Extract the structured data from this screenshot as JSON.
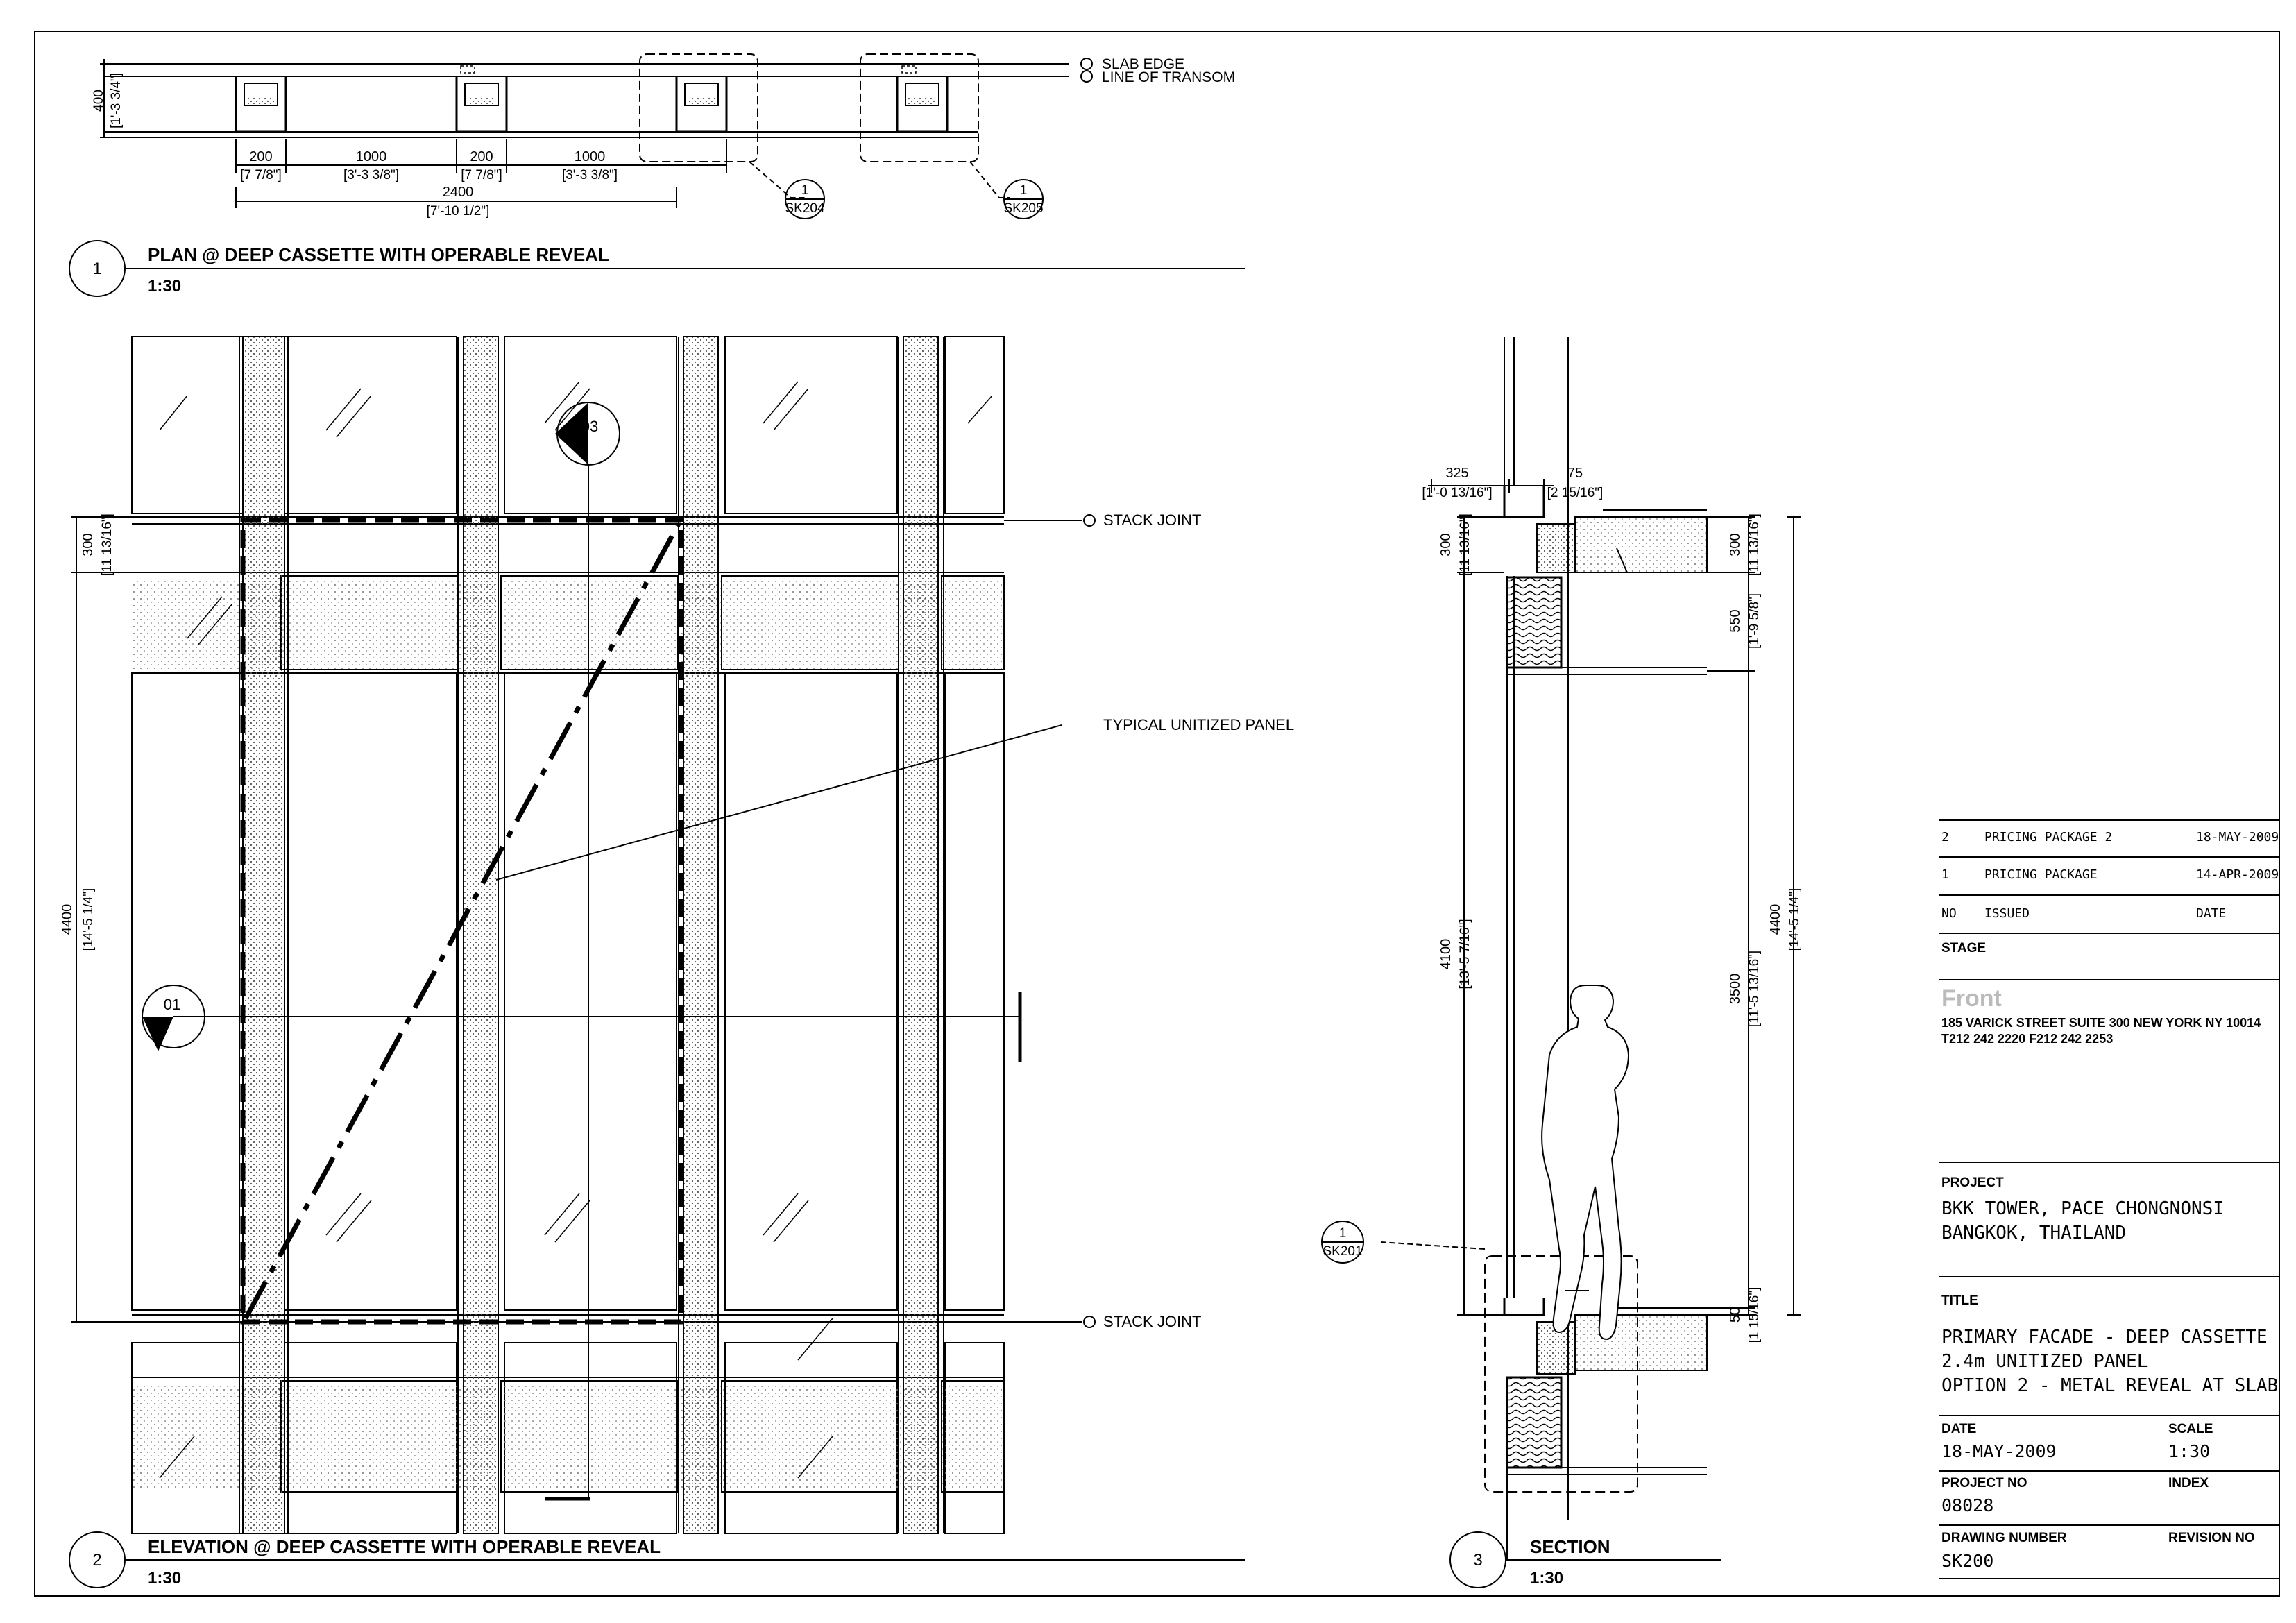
{
  "views": {
    "plan": {
      "number": "1",
      "title": "PLAN @ DEEP CASSETTE WITH OPERABLE REVEAL",
      "scale": "1:30",
      "labels": {
        "slab_edge": "SLAB EDGE",
        "line_of_transom": "LINE OF TRANSOM"
      },
      "dims": {
        "height": "400",
        "height_imp": "[1'-3 3/4\"]",
        "d200a": "200",
        "d200a_imp": "[7 7/8\"]",
        "d1000a": "1000",
        "d1000a_imp": "[3'-3 3/8\"]",
        "d200b": "200",
        "d200b_imp": "[7 7/8\"]",
        "d1000b": "1000",
        "d1000b_imp": "[3'-3 3/8\"]",
        "d2400": "2400",
        "d2400_imp": "[7'-10 1/2\"]"
      },
      "callouts": [
        {
          "num": "1",
          "ref": "SK204"
        },
        {
          "num": "1",
          "ref": "SK205"
        }
      ]
    },
    "elevation": {
      "number": "2",
      "title": "ELEVATION @ DEEP CASSETTE WITH OPERABLE REVEAL",
      "scale": "1:30",
      "labels": {
        "stack_joint_top": "STACK JOINT",
        "stack_joint_bottom": "STACK JOINT",
        "typical_panel": "TYPICAL UNITIZED PANEL"
      },
      "section_marks": {
        "vertical": "03",
        "horizontal": "01"
      },
      "dims": {
        "d300": "300",
        "d300_imp": "[11 13/16\"]",
        "d4400": "4400",
        "d4400_imp": "[14'-5 1/4\"]"
      }
    },
    "section": {
      "number": "3",
      "title": "SECTION",
      "scale": "1:30",
      "callout": {
        "num": "1",
        "ref": "SK201"
      },
      "dims": {
        "d325": "325",
        "d325_imp": "[1'-0 13/16\"]",
        "d75": "75",
        "d75_imp": "[2 15/16\"]",
        "d300l": "300",
        "d300l_imp": "[11 13/16\"]",
        "d4100": "4100",
        "d4100_imp": "[13'-5 7/16\"]",
        "d300r": "300",
        "d300r_imp": "[11 13/16\"]",
        "d550": "550",
        "d550_imp": "[1'-9 5/8\"]",
        "d3500": "3500",
        "d3500_imp": "[11'-5 13/16\"]",
        "d4400": "4400",
        "d4400_imp": "[14'-5 1/4\"]",
        "d50": "50",
        "d50_imp": "[1 15/16\"]"
      }
    }
  },
  "title_block": {
    "revisions": [
      {
        "no": "2",
        "issued": "PRICING PACKAGE 2",
        "date": "18-MAY-2009"
      },
      {
        "no": "1",
        "issued": "PRICING PACKAGE",
        "date": "14-APR-2009"
      }
    ],
    "rev_headers": {
      "no": "NO",
      "issued": "ISSUED",
      "date": "DATE"
    },
    "stage_label": "STAGE",
    "firm_logo": "Front",
    "firm_address": "185 VARICK STREET SUITE 300 NEW YORK NY 10014",
    "firm_phone": "T212 242 2220 F212 242 2253",
    "project_label": "PROJECT",
    "project_line1": "BKK TOWER, PACE CHONGNONSI",
    "project_line2": "BANGKOK, THAILAND",
    "title_label": "TITLE",
    "title_line1": "PRIMARY FACADE - DEEP CASSETTE",
    "title_line2": "2.4m UNITIZED PANEL",
    "title_line3": "OPTION 2 - METAL REVEAL AT SLAB",
    "date_label": "DATE",
    "date_value": "18-MAY-2009",
    "scale_label": "SCALE",
    "scale_value": "1:30",
    "project_no_label": "PROJECT NO",
    "project_no_value": "08028",
    "index_label": "INDEX",
    "drawing_number_label": "DRAWING NUMBER",
    "drawing_number_value": "SK200",
    "revision_no_label": "REVISION NO"
  }
}
